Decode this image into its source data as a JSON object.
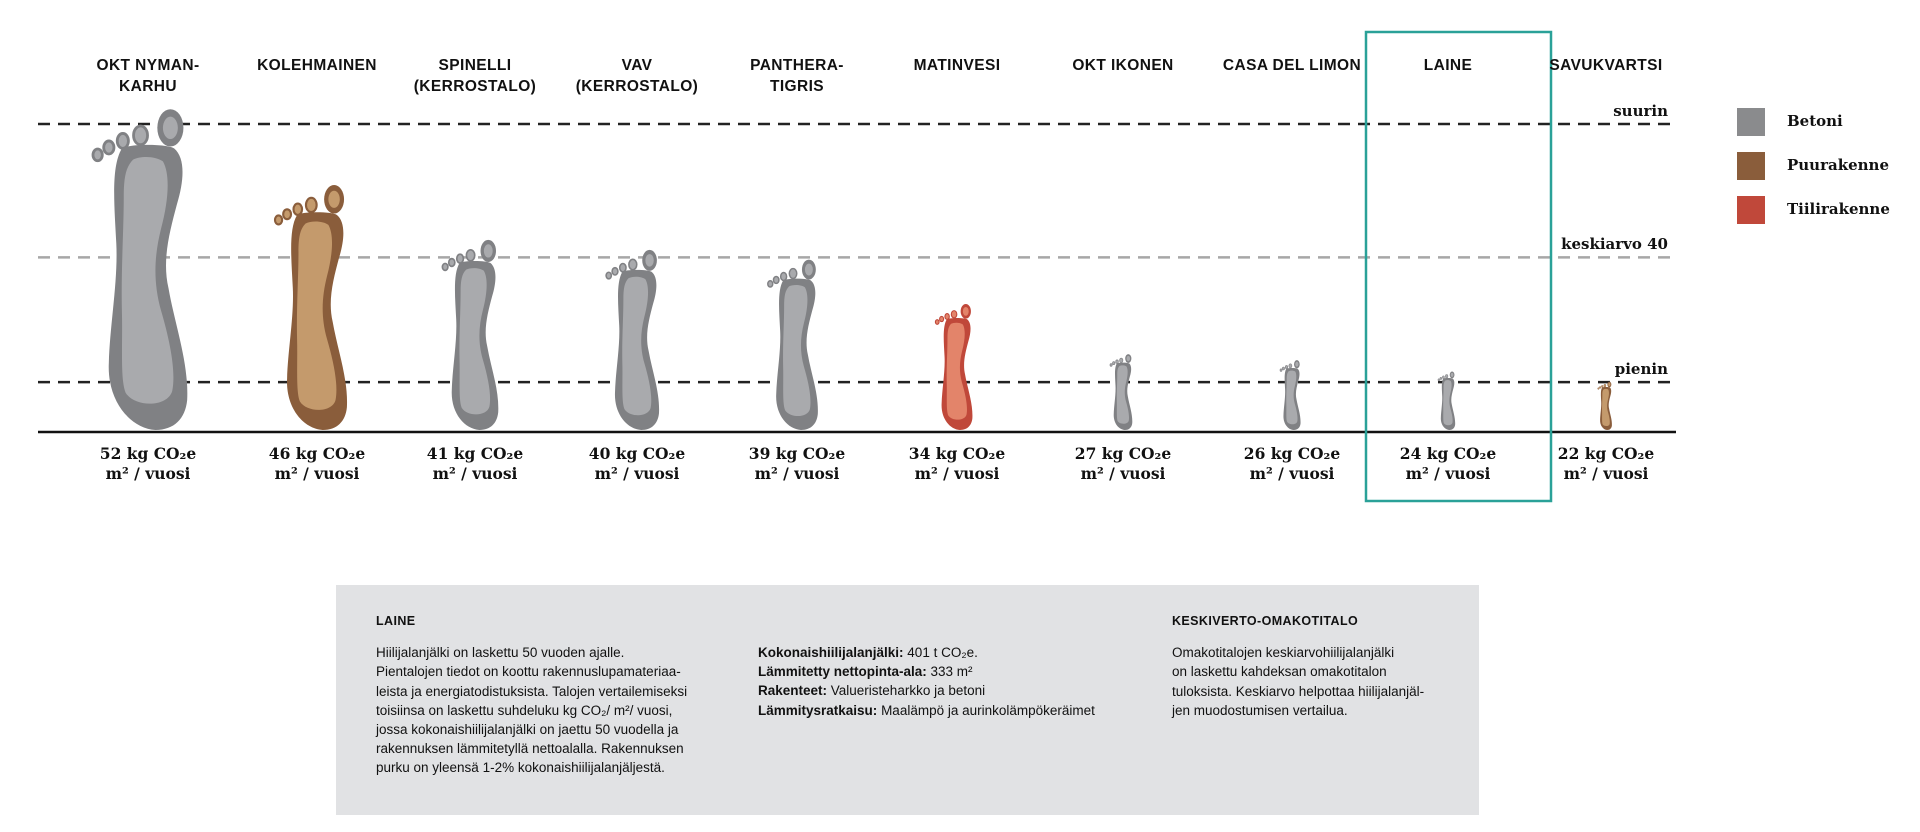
{
  "chart_data": {
    "type": "bar",
    "categories": [
      "OKT NYMAN-KARHU",
      "KOLEHMAINEN",
      "SPINELLI (KERROSTALO)",
      "VAV (KERROSTALO)",
      "PANTHERA-TIGRIS",
      "MATINVESI",
      "OKT IKONEN",
      "CASA DEL LIMON",
      "LAINE",
      "SAVUKVARTSI"
    ],
    "name_lines": [
      [
        "OKT NYMAN-",
        "KARHU"
      ],
      [
        "KOLEHMAINEN"
      ],
      [
        "SPINELLI",
        "(KERROSTALO)"
      ],
      [
        "VAV",
        "(KERROSTALO)"
      ],
      [
        "PANTHERA-",
        "TIGRIS"
      ],
      [
        "MATINVESI"
      ],
      [
        "OKT IKONEN"
      ],
      [
        "CASA DEL LIMON"
      ],
      [
        "LAINE"
      ],
      [
        "SAVUKVARTSI"
      ]
    ],
    "values": [
      52,
      46,
      41,
      40,
      39,
      34,
      27,
      26,
      24,
      22
    ],
    "materials": [
      "Betoni",
      "Puurakenne",
      "Betoni",
      "Betoni",
      "Betoni",
      "Tiilirakenne",
      "Betoni",
      "Betoni",
      "Betoni",
      "Puurakenne"
    ],
    "unit_line1": "kg CO₂e",
    "unit_line2": "m² / vuosi",
    "reference_lines": [
      {
        "label": "suurin",
        "value": 52,
        "style": "dashed-black"
      },
      {
        "label": "keskiarvo 40",
        "value": 40,
        "style": "dashed-grey"
      },
      {
        "label": "pienin",
        "value": 22,
        "style": "dashed-black"
      }
    ],
    "highlight": "LAINE",
    "legend": [
      {
        "label": "Betoni",
        "color": "#8a8b8d"
      },
      {
        "label": "Puurakenne",
        "color": "#8a5d3b"
      },
      {
        "label": "Tiilirakenne",
        "color": "#c0483a"
      }
    ],
    "legend_placement": "right",
    "palette": {
      "Betoni": {
        "outer": "#808184",
        "inner": "#a9aaad"
      },
      "Puurakenne": {
        "outer": "#8a5d3b",
        "inner": "#c49a6c"
      },
      "Tiilirakenne": {
        "outer": "#c0483a",
        "inner": "#e3846a"
      }
    },
    "highlight_color": "#2aa198"
  },
  "info": {
    "left": {
      "title": "LAINE",
      "text": [
        "Hiilijalanjälki on laskettu 50 vuoden ajalle.",
        "Pientalojen tiedot on koottu rakennuslupamateriaa-",
        "leista ja energiatodistuksista. Talojen vertailemiseksi",
        "toisiinsa on laskettu suhdeluku kg CO₂/ m²/ vuosi,",
        "jossa kokonaishiilijalanjälki on jaettu 50 vuodella ja",
        "rakennuksen lämmitetyllä nettoalalla. Rakennuksen",
        "purku on yleensä 1-2% kokonaishiilijalanjäljestä."
      ]
    },
    "middle": {
      "rows": [
        {
          "label": "Kokonaishiilijalanjälki:",
          "value": "401 t CO₂e."
        },
        {
          "label": "Lämmitetty nettopinta-ala:",
          "value": "333 m²"
        },
        {
          "label": "Rakenteet:",
          "value": "Valueristeharkko ja betoni"
        },
        {
          "label": "Lämmitysratkaisu:",
          "value": "Maalämpö ja aurinkolämpökeräimet"
        }
      ]
    },
    "right": {
      "title": "KESKIVERTO-OMAKOTITALO",
      "text": [
        "Omakotitalojen keskiarvohiilijalanjälki",
        "on laskettu kahdeksan omakotitalon",
        "tuloksista. Keskiarvo helpottaa hiilijalanjäl-",
        "jen muodostumisen vertailua."
      ]
    }
  }
}
